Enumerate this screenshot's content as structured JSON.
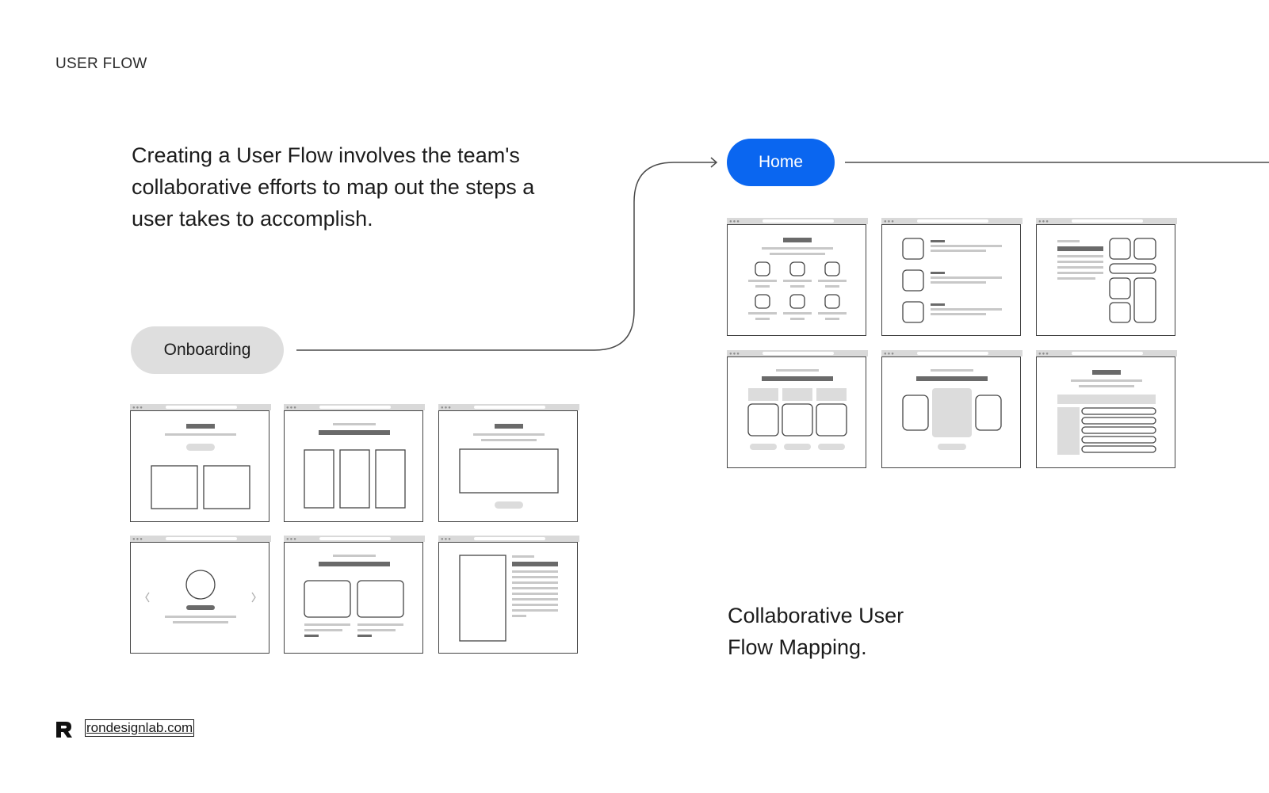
{
  "section_label": "USER FLOW",
  "intro_text": "Creating a User Flow involves the team's collaborative efforts to map out the steps a user takes to accomplish.",
  "caption_line1": "Collaborative User",
  "caption_line2": "Flow Mapping.",
  "nodes": {
    "onboarding": "Onboarding",
    "home": "Home"
  },
  "colors": {
    "home_pill": "#0a66f0",
    "onboarding_pill": "#dedede",
    "wireframe_stroke": "#444444",
    "wireframe_fill": "#d9d9d9"
  },
  "footer": {
    "logo_icon": "r-logo-icon",
    "website": "rondesignlab.com"
  }
}
